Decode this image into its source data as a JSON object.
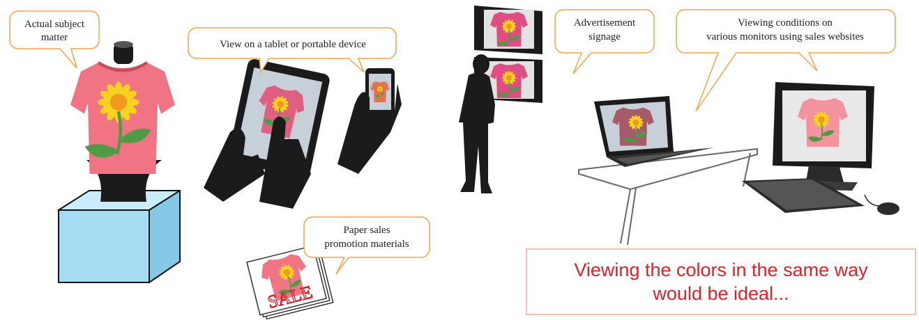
{
  "callouts": {
    "subject": [
      "Actual subject",
      "matter"
    ],
    "tablet": [
      "View on a tablet or portable device"
    ],
    "paper": [
      "Paper sales",
      "promotion materials"
    ],
    "signage": [
      "Advertisement",
      "signage"
    ],
    "monitors": [
      "Viewing conditions on",
      "various monitors using sales websites"
    ]
  },
  "magazine_label": "SALE",
  "ideal_message": [
    "Viewing the colors in the same way",
    "would be ideal..."
  ],
  "colors": {
    "callout_border": "#f2a34a",
    "shirt_pink": "#f07484",
    "shirt_magenta": "#e04d84",
    "sunflower_petal": "#f7d21e",
    "sunflower_center": "#f39a1e",
    "leaf_green": "#4f9a44",
    "box_blue": "#a6dcf3",
    "message_red": "#e01f28",
    "silhouette": "#1b1b1b"
  }
}
